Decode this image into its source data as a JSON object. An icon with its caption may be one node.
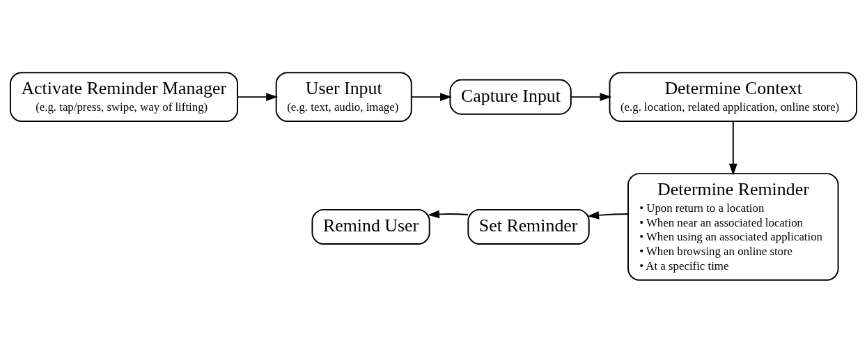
{
  "diagram": {
    "nodes": [
      {
        "text": [
          "Activate Reminder Manager",
          "(e.g. tap/press, swipe, way of lifting)"
        ]
      },
      {
        "text": [
          "User Input",
          "(e.g. text, audio, image)"
        ]
      },
      {
        "text": [
          "Capture Input"
        ]
      },
      {
        "text": [
          "Determine Context",
          "(e.g. location, related application, online store)"
        ]
      },
      {
        "text": [
          "Determine Reminder",
          "• Upon return to a location",
          "• When near an associated location",
          "• When using an associated application",
          "• When browsing an online store",
          "• At a specific time"
        ]
      },
      {
        "text": [
          "Set Reminder"
        ]
      },
      {
        "text": [
          "Remind User"
        ]
      }
    ],
    "edges": [
      {
        "from": 0,
        "to": 1,
        "arrow": "to"
      },
      {
        "from": 1,
        "to": 2,
        "arrow": "to"
      },
      {
        "from": 2,
        "to": 3,
        "arrow": "to"
      },
      {
        "from": 3,
        "to": 4,
        "arrow": "to"
      },
      {
        "from": 4,
        "to": 5,
        "arrow": "to"
      },
      {
        "from": 5,
        "to": 6,
        "arrow": "to"
      }
    ]
  }
}
